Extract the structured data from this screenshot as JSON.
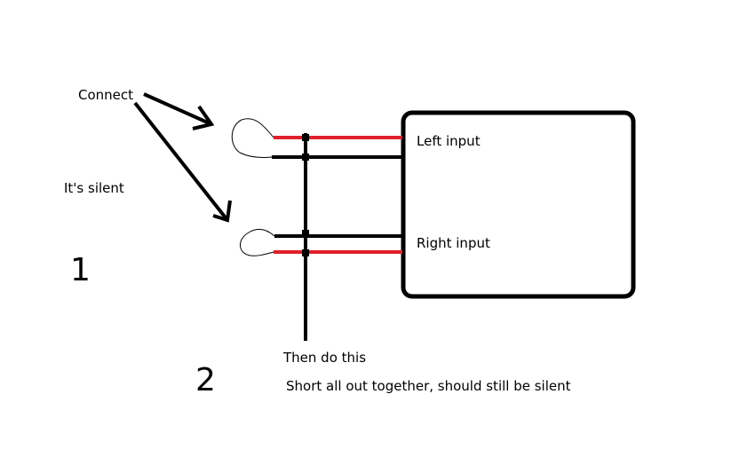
{
  "labels": {
    "connect": "Connect",
    "its_silent": "It's silent",
    "step_1": "1",
    "step_2": "2",
    "left_input": "Left input",
    "right_input": "Right input",
    "then_do_this": "Then do this",
    "short_all": "Short all out together, should still be silent"
  },
  "colors": {
    "wire_hot": "#e0202a",
    "wire_ground": "#000000",
    "outline": "#000000",
    "background": "#ffffff"
  }
}
